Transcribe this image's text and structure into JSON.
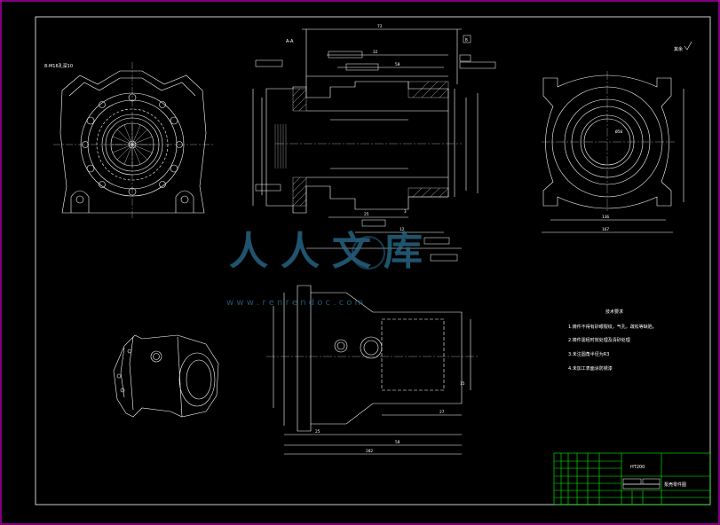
{
  "sheet": {
    "section_label": "A-A",
    "roughness_note": "其余",
    "material": "HT200",
    "part_title": "泵壳零件图"
  },
  "tech_requirements": {
    "heading": "技术要求",
    "items": [
      "1.铸件不得有砂眼裂纹，气孔，疏松等缺陷。",
      "2.铸件需经时效处理及清砂处理",
      "3.未注圆角半径为R3",
      "4.未加工表面涂防锈漆"
    ]
  },
  "dimensions": {
    "front_top": "72",
    "front_a": "32",
    "front_b": "50",
    "front_c": "25",
    "front_d": "12",
    "front_e": "3",
    "right_w": "136",
    "right_h": "167",
    "right_dia": "Ø58",
    "bottom_total": "282",
    "bottom_a": "58",
    "bottom_b": "25",
    "bottom_c": "27",
    "bottom_d": "15",
    "datum": "B",
    "left_note": "8-M16孔深10"
  },
  "watermark": {
    "brand": "人人文库",
    "url": "w w w . r e n r e n d o c . c o m"
  }
}
